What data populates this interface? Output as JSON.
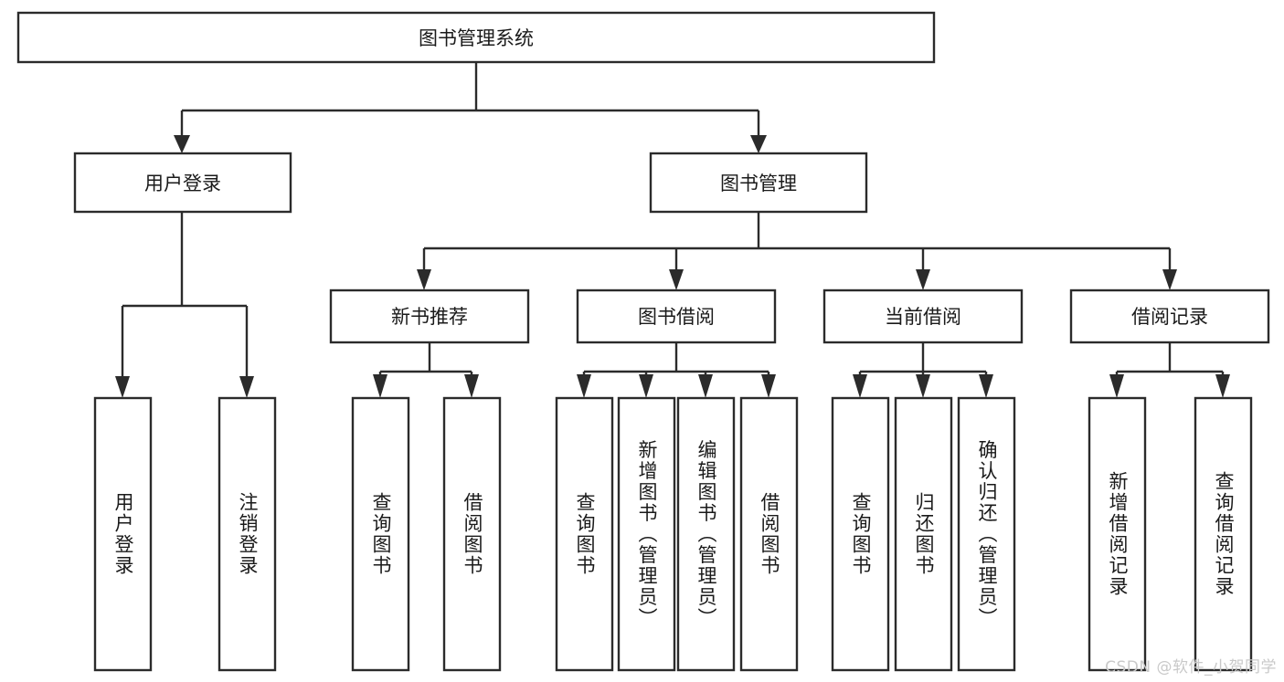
{
  "diagram": {
    "type": "tree-hierarchy",
    "title": "图书管理系统",
    "orientation": "top-down",
    "watermark": "CSDN @软件_小贺同学",
    "colors": {
      "box_stroke": "#2b2b2b",
      "box_fill": "#ffffff",
      "text": "#1a1a1a",
      "background": "#ffffff",
      "watermark": "#c9c9c9"
    },
    "root": {
      "label": "图书管理系统"
    },
    "level2": [
      {
        "label": "用户登录"
      },
      {
        "label": "图书管理"
      }
    ],
    "level3": [
      {
        "label": "新书推荐"
      },
      {
        "label": "图书借阅"
      },
      {
        "label": "当前借阅"
      },
      {
        "label": "借阅记录"
      }
    ],
    "leaves": {
      "user_login": [
        {
          "label": "用户登录"
        },
        {
          "label": "注销登录"
        }
      ],
      "new_book": [
        {
          "label": "查询图书"
        },
        {
          "label": "借阅图书"
        }
      ],
      "book_borrow": [
        {
          "label": "查询图书"
        },
        {
          "label": "新增图书（管理员）"
        },
        {
          "label": "编辑图书（管理员）"
        },
        {
          "label": "借阅图书"
        }
      ],
      "current_borrow": [
        {
          "label": "查询图书"
        },
        {
          "label": "归还图书"
        },
        {
          "label": "确认归还（管理员）"
        }
      ],
      "borrow_record": [
        {
          "label": "新增借阅记录"
        },
        {
          "label": "查询借阅记录"
        }
      ]
    }
  }
}
